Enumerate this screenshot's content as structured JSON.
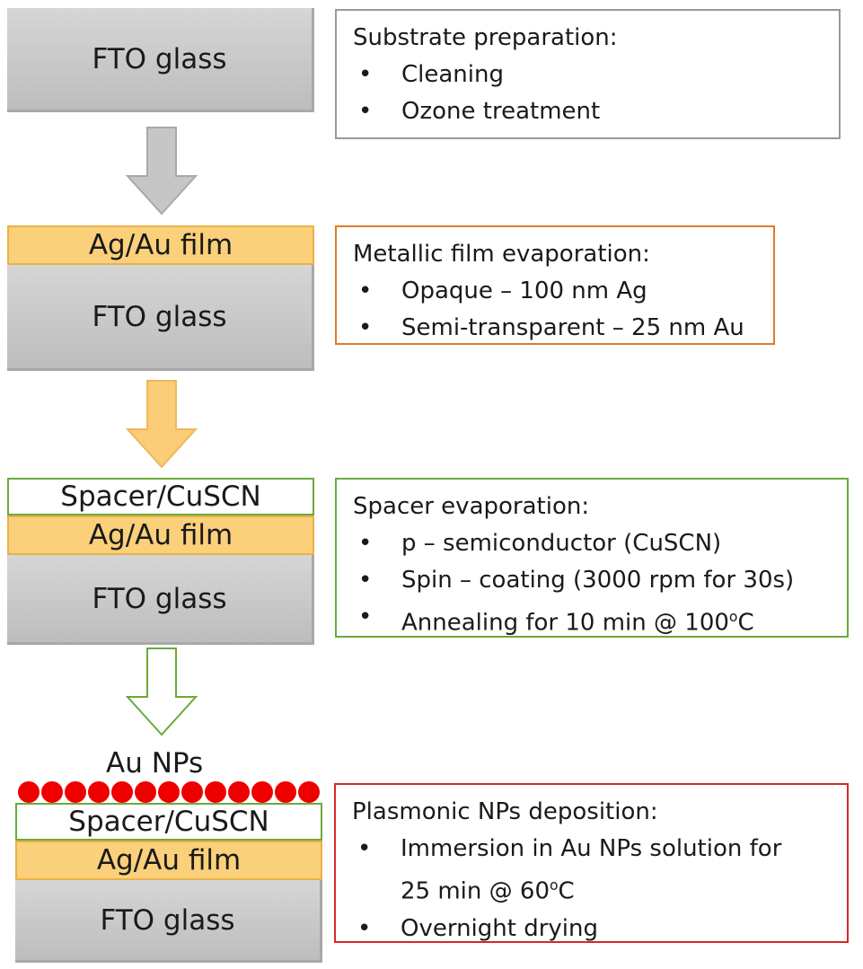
{
  "stage1": {
    "fto": "FTO glass",
    "box": {
      "title": "Substrate preparation:",
      "items": [
        "Cleaning",
        "Ozone treatment"
      ]
    }
  },
  "stage2": {
    "metal": "Ag/Au film",
    "fto": "FTO glass",
    "box": {
      "title": "Metallic film evaporation:",
      "items": [
        "Opaque – 100 nm Ag",
        "Semi-transparent – 25 nm Au"
      ]
    }
  },
  "stage3": {
    "spacer": "Spacer/CuSCN",
    "metal": "Ag/Au film",
    "fto": "FTO glass",
    "box": {
      "title": "Spacer evaporation:",
      "items": [
        "p – semiconductor (CuSCN)",
        "Spin – coating (3000 rpm for 30s)"
      ],
      "item3_prefix": "Annealing for 10 min @ 100",
      "item3_sup": "o",
      "item3_suffix": "C"
    }
  },
  "stage4": {
    "np_label": "Au NPs",
    "spacer": "Spacer/CuSCN",
    "metal": "Ag/Au film",
    "fto": "FTO glass",
    "box": {
      "title": "Plasmonic NPs deposition:",
      "item1_prefix": "Immersion in Au NPs solution for 25 min @ 60",
      "item1_sup": "o",
      "item1_suffix": "C",
      "item2": "Overnight drying"
    }
  },
  "colors": {
    "fto": "#c8c8c8",
    "metal": "#fbd07a",
    "spacer_border": "#6aaa3a",
    "nanoparticle": "#ee0000",
    "box_gray": "#999999",
    "box_orange": "#e07b2a",
    "box_green": "#6aaa3a",
    "box_red": "#d9262a"
  }
}
